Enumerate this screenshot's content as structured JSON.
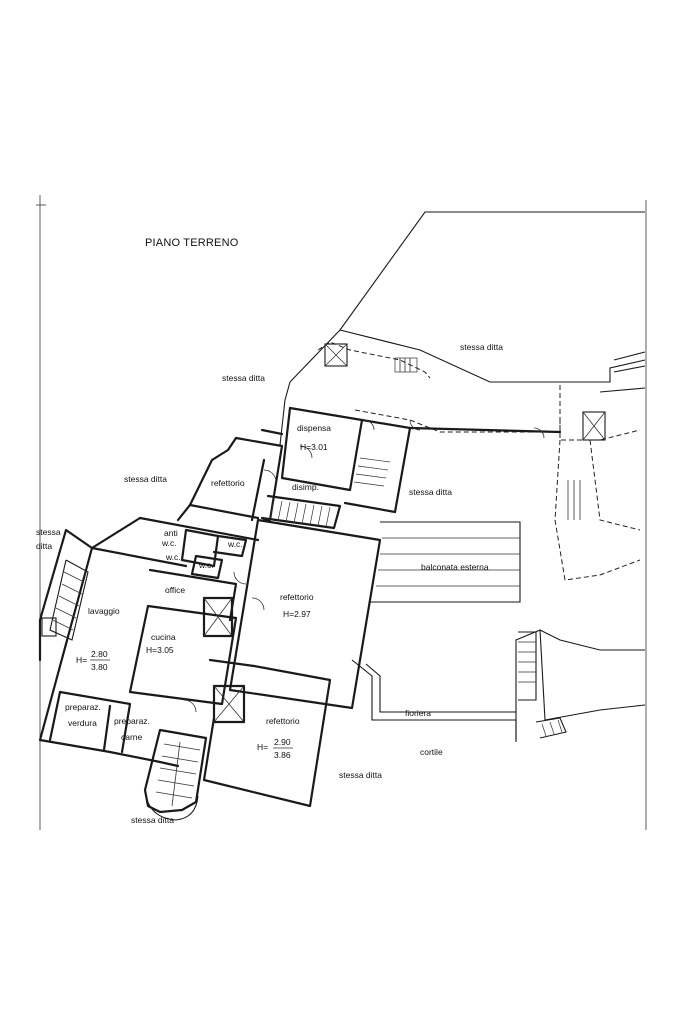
{
  "title": "PIANO TERRENO",
  "labels": {
    "stessa_ditta_top_right": "stessa ditta",
    "stessa_ditta_top_left": "stessa ditta",
    "stessa_ditta_left": "stessa ditta",
    "stessa_ditta_edge_1": "stessa",
    "stessa_ditta_edge_2": "ditta",
    "stessa_ditta_center_right": "stessa ditta",
    "stessa_ditta_bottom_center": "stessa ditta",
    "stessa_ditta_bottom": "stessa ditta",
    "dispensa": "dispensa",
    "dispensa_h": "H=3.01",
    "disimp": "disimp.",
    "refettorio_small": "refettorio",
    "anti": "anti",
    "wc_1": "w.c.",
    "wc_2": "w.c.",
    "wc_3": "w.c.",
    "wc_4": "w.c.",
    "office": "office",
    "lavaggio": "lavaggio",
    "lavaggio_h_prefix": "H=",
    "lavaggio_h_num": "2.80",
    "lavaggio_h_den": "3.80",
    "cucina": "cucina",
    "cucina_h": "H=3.05",
    "refettorio_main": "refettorio",
    "refettorio_main_h": "H=2.97",
    "balconata": "balconata esterna",
    "fioriera": "fioriera",
    "cortile": "cortile",
    "refettorio_lower": "refettorio",
    "refettorio_lower_h_prefix": "H=",
    "refettorio_lower_h_num": "2.90",
    "refettorio_lower_h_den": "3.86",
    "preparaz_verdura_1": "preparaz.",
    "preparaz_verdura_2": "verdura",
    "preparaz_carne_1": "preparaz.",
    "preparaz_carne_2": "carne"
  }
}
